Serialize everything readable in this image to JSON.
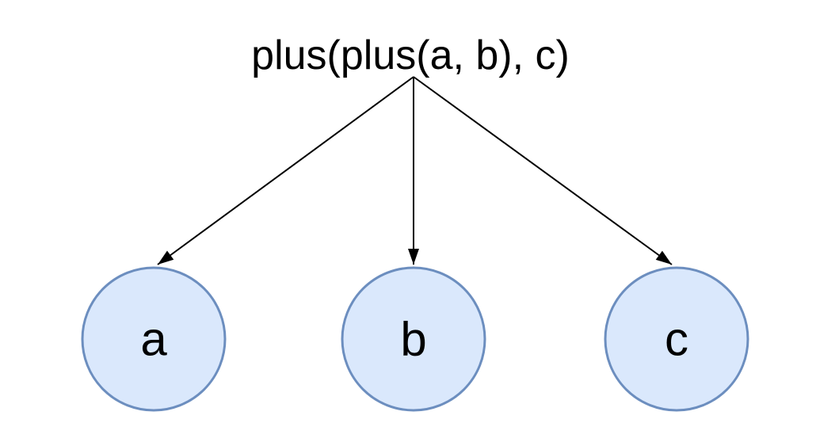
{
  "diagram": {
    "title": "plus(plus(a, b), c)",
    "nodes": [
      {
        "id": "a",
        "label": "a"
      },
      {
        "id": "b",
        "label": "b"
      },
      {
        "id": "c",
        "label": "c"
      }
    ],
    "edges": [
      {
        "from": "plus(plus(a, b), c)",
        "to": "a"
      },
      {
        "from": "plus(plus(a, b), c)",
        "to": "b"
      },
      {
        "from": "plus(plus(a, b), c)",
        "to": "c"
      }
    ],
    "colors": {
      "background": "#ffffff",
      "node_fill": "#dae8fc",
      "node_stroke": "#6c8ebf",
      "edge": "#000000",
      "text": "#000000"
    }
  }
}
